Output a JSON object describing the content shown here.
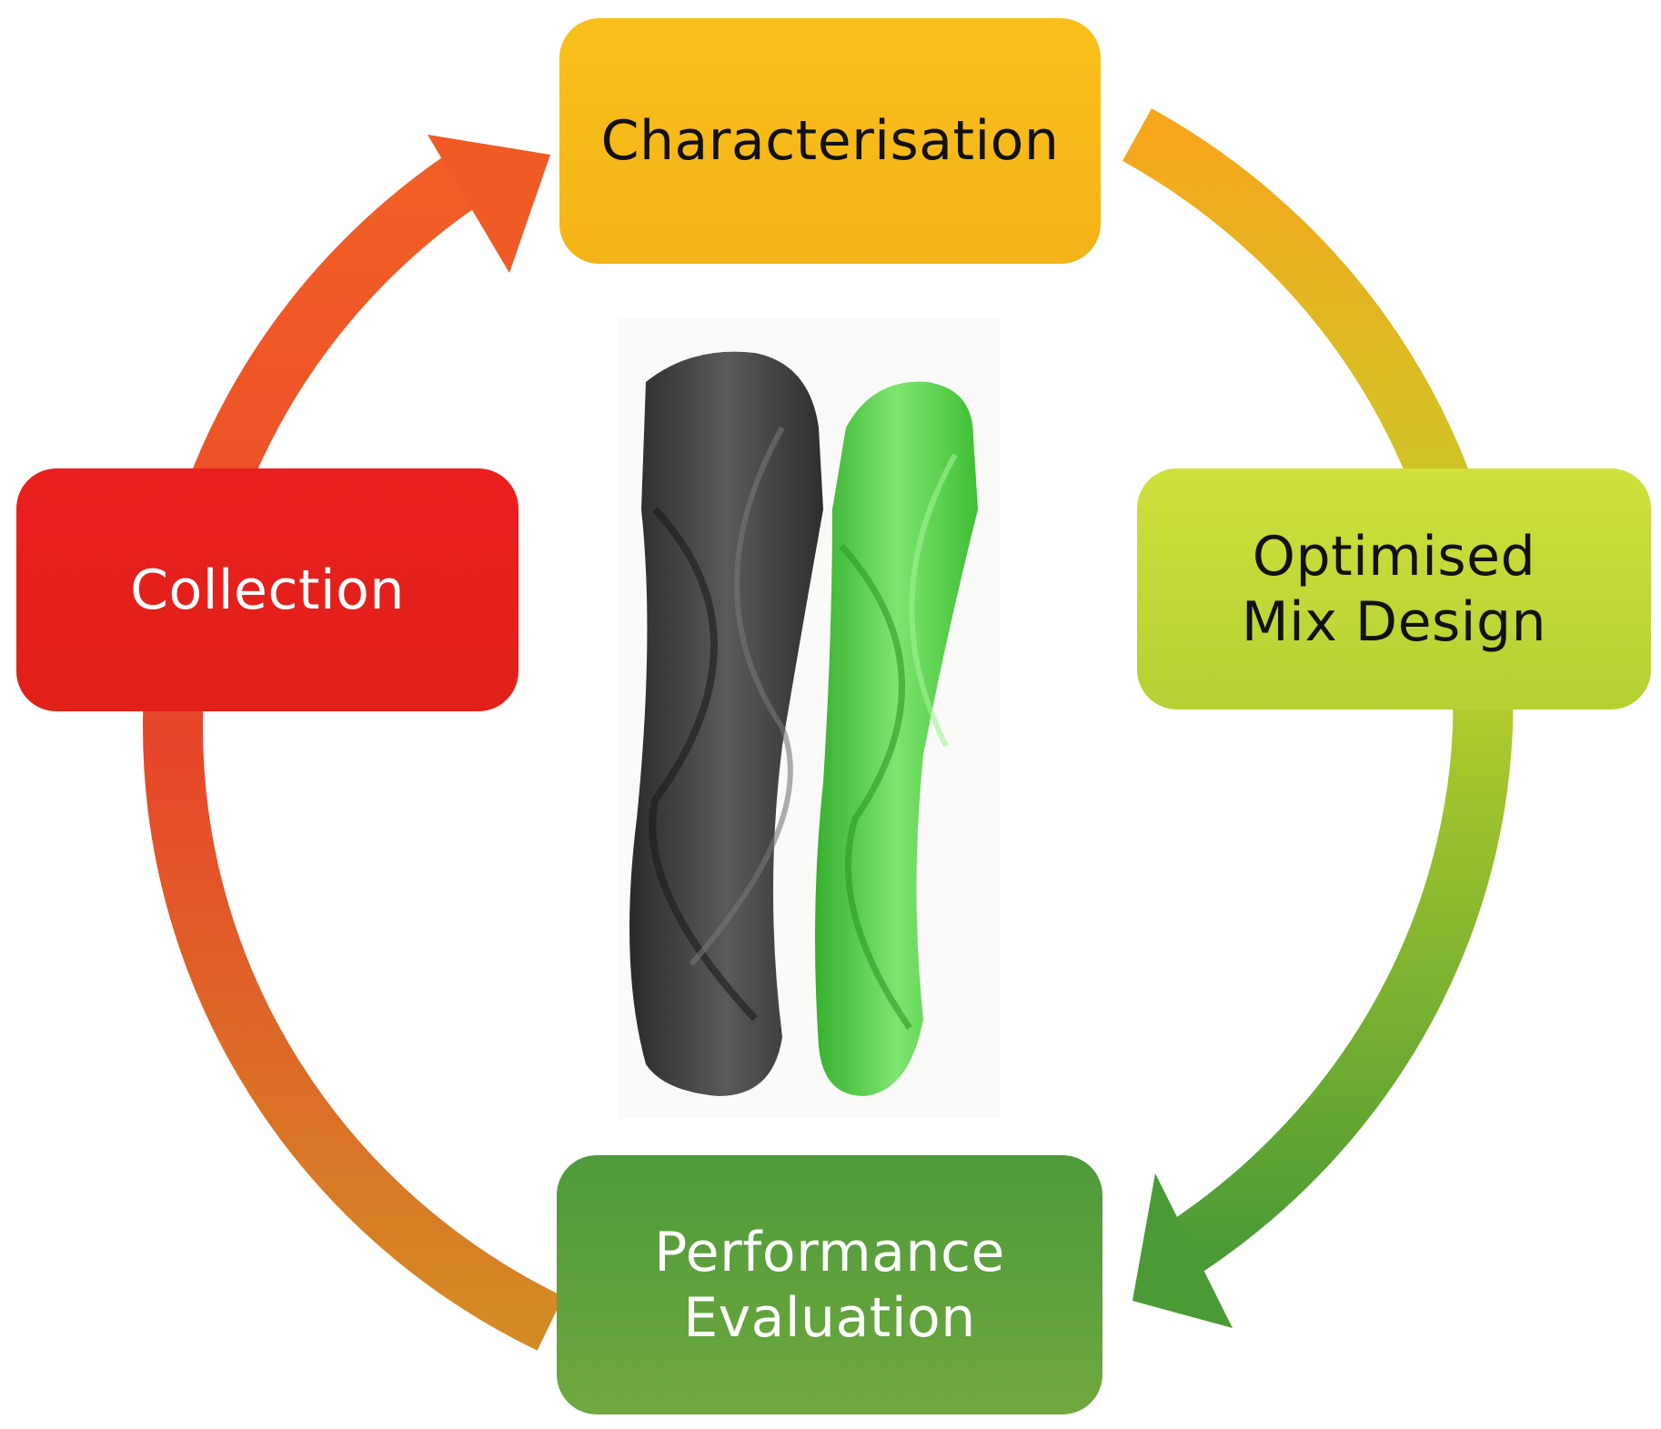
{
  "stages": {
    "characterisation": {
      "label": "Characterisation",
      "fill": "#f9c01a",
      "text_color": "#111111"
    },
    "optimised_mix_design": {
      "label": "Optimised\nMix Design",
      "fill": "#c9dc38",
      "text_color": "#111111"
    },
    "performance_evaluation": {
      "label": "Performance\nEvaluation",
      "fill": "#5e9f3c",
      "text_color": "#ffffff"
    },
    "collection": {
      "label": "Collection",
      "fill": "#e8201c",
      "text_color": "#ffffff"
    }
  },
  "cycle_arrow_colors": {
    "top_right_start": "#f6a11c",
    "right_mid": "#b6cf2a",
    "bottom_right_end": "#4a9a35",
    "bottom_left_start": "#d98a22",
    "left_mid": "#e8452a",
    "top_left_end": "#f05a24"
  },
  "center_image": {
    "icon": "3d-printed-twisted-cylinders-image",
    "colors": [
      "#3c3c3c",
      "#47c940"
    ]
  }
}
